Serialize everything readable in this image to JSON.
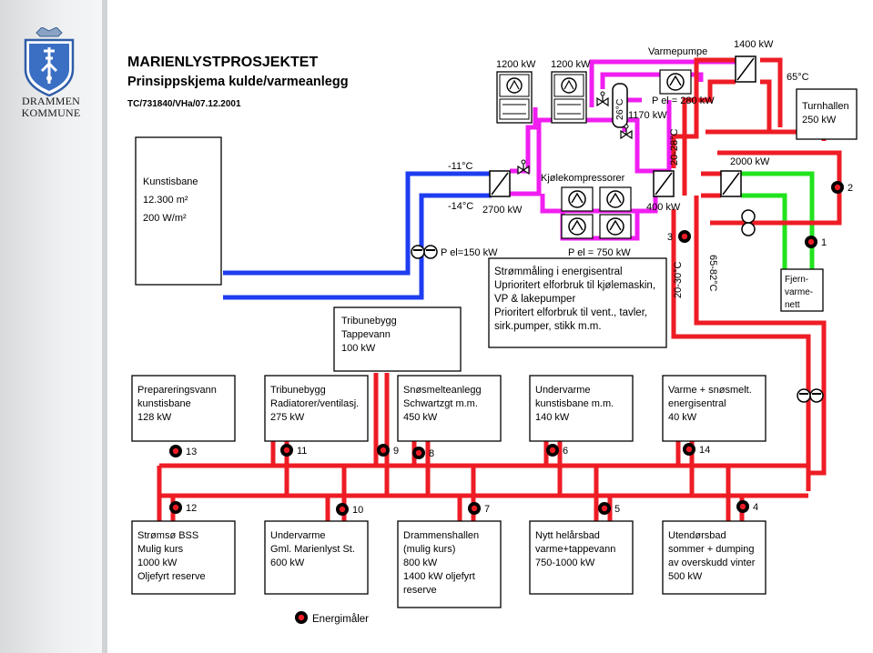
{
  "organization": {
    "line1": "DRAMMEN",
    "line2": "KOMMUNE"
  },
  "title": {
    "main": "MARIENLYSTPROSJEKTET",
    "sub": "Prinsippskjema kulde/varmeanlegg",
    "ref": "TC/731840/VHa/07.12.2001"
  },
  "colors": {
    "hot": "#ee1c25",
    "cold": "#1e3cf0",
    "refrigerant": "#f01ef0",
    "district": "#22e31e"
  },
  "boxes": {
    "kunstisbane": [
      "Kunstisbane",
      "12.300 m²",
      "200 W/m²"
    ],
    "tribune_tappevann": [
      "Tribunebygg",
      "Tappevann",
      "100 kW"
    ],
    "turnhallen": [
      "Turnhallen",
      "250 kW"
    ],
    "fjernvarme": [
      "Fjern-",
      "varme-",
      "nett"
    ],
    "info": [
      "Strømmåling i energisentral",
      "Uprioritert elforbruk til kjølemaskin,",
      "VP & lakepumper",
      "Prioritert elforbruk til vent., tavler,",
      "sirk.pumper, stikk m.m."
    ],
    "preparering": [
      "Prepareringsvann",
      "kunstisbane",
      "128 kW"
    ],
    "tribune_rad": [
      "Tribunebygg",
      "Radiatorer/ventilasj.",
      "275 kW"
    ],
    "snosmelte": [
      "Snøsmelteanlegg",
      "Schwartzgt m.m.",
      "450 kW"
    ],
    "undervarme_kb": [
      "Undervarme",
      "kunstisbane m.m.",
      "140 kW"
    ],
    "varme_snosmelt": [
      "Varme + snøsmelt.",
      "energisentral",
      "40 kW"
    ],
    "stromso": [
      "Strømsø BSS",
      "Mulig kurs",
      "1000 kW",
      "Oljefyrt reserve"
    ],
    "undervarme_gml": [
      "Undervarme",
      "Gml. Marienlyst St.",
      "600 kW"
    ],
    "drammenshallen": [
      "Drammenshallen",
      "(mulig kurs)",
      "800 kW",
      "1400 kW oljefyrt",
      "reserve"
    ],
    "helarsbad": [
      "Nytt helårsbad",
      "varme+tappevann",
      "750-1000 kW"
    ],
    "utendorsbad": [
      "Utendørsbad",
      "sommer + dumping",
      "av overskudd vinter",
      "500 kW"
    ]
  },
  "labels": {
    "kw1200a": "1200 kW",
    "kw1200b": "1200 kW",
    "varmepumpe": "Varmepumpe",
    "kw1400": "1400 kW",
    "t65": "65°C",
    "t26": "26°C",
    "kw1170": "1170 kW",
    "pel280": "P el = 280 kW",
    "t2028": "20-28°C",
    "tm11": "-11°C",
    "tm14": "-14°C",
    "kw2700": "2700 kW",
    "kjolekomp": "Kjølekompressorer",
    "kw400": "400 kW",
    "kw2000": "2000 kW",
    "pel750": "P el = 750 kW",
    "pel150": "P el=150 kW",
    "t2030": "20-30°C",
    "t6582": "65-82°C"
  },
  "meters": [
    "1",
    "2",
    "3",
    "4",
    "5",
    "6",
    "7",
    "8",
    "9",
    "10",
    "11",
    "12",
    "13",
    "14"
  ],
  "legend": "Energimåler"
}
